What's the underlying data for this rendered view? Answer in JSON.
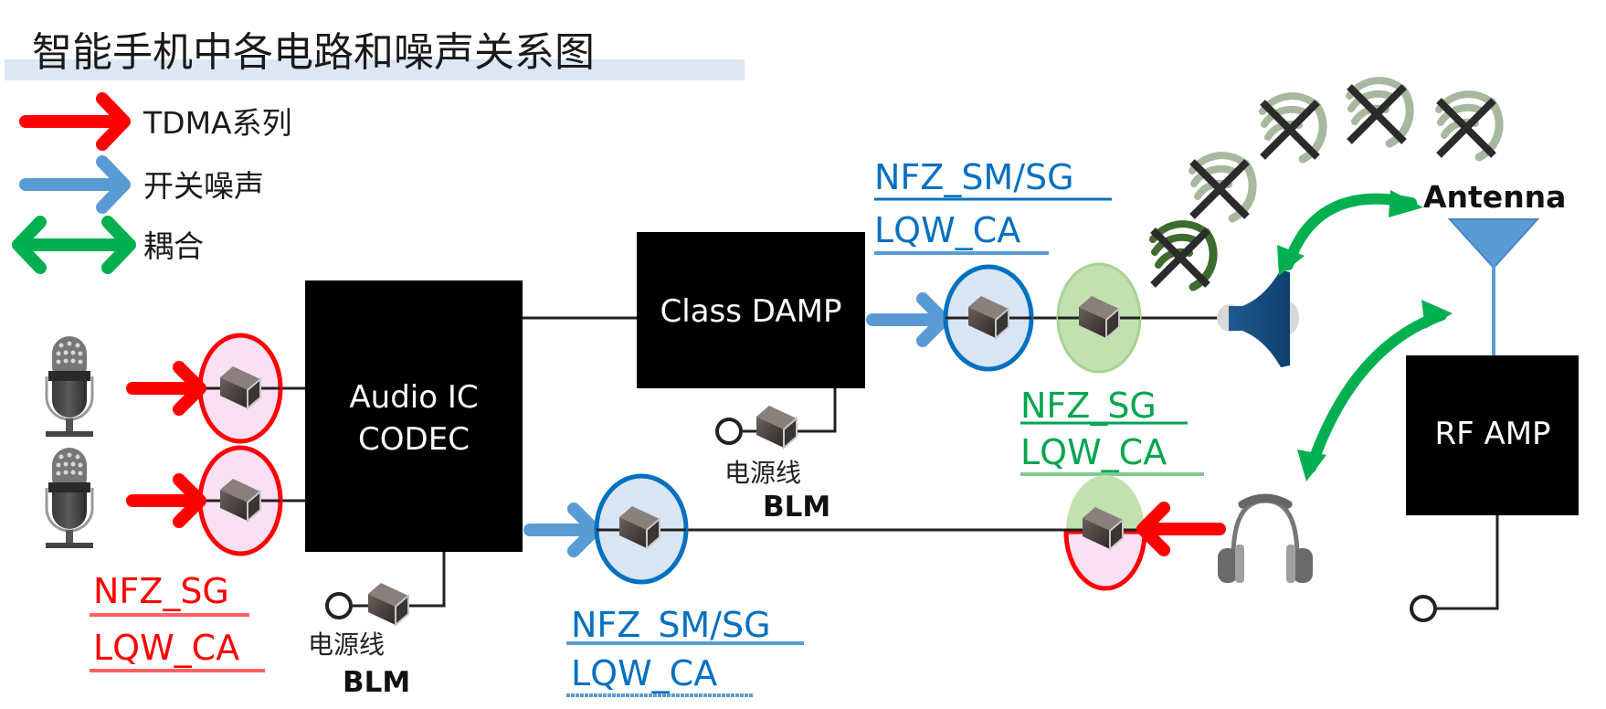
{
  "title": "智能手机中各电路和噪声关系图",
  "colors": {
    "tdma": "#ff0000",
    "switching": "#5b9bd5",
    "coupling": "#00b050",
    "blue_label": "#0070c0",
    "green_label": "#00a550",
    "red_label": "#ff0000",
    "red_fill": "#f9e0f4",
    "blue_fill": "#d6e2f2",
    "green_fill": "#c3e0b0"
  },
  "legend": [
    {
      "key": "tdma",
      "type": "arrow-right",
      "label": "TDMA系列"
    },
    {
      "key": "switching",
      "type": "arrow-right",
      "label": "开关噪声"
    },
    {
      "key": "coupling",
      "type": "arrow-both",
      "label": "耦合"
    }
  ],
  "blocks": {
    "audio_codec": {
      "line1": "Audio IC",
      "line2": "CODEC"
    },
    "class_d_amp": {
      "label": "Class DAMP"
    },
    "rf_amp": {
      "label": "RF AMP"
    }
  },
  "antenna": {
    "label": "Antenna"
  },
  "power_lines": [
    {
      "cn": "电源线",
      "part": "BLM"
    },
    {
      "cn": "电源线",
      "part": "BLM"
    }
  ],
  "part_labels": {
    "mic_filters": {
      "line1": "NFZ_SG",
      "line2": "LQW_CA",
      "color": "red"
    },
    "codec_out_filter": {
      "line1": "NFZ_SM/SG",
      "line2": "LQW_CA",
      "color": "blue"
    },
    "amp_out_filter": {
      "line1": "NFZ_SM/SG",
      "line2": "LQW_CA",
      "color": "blue"
    },
    "speaker_filter": {
      "line1": "NFZ_SG",
      "line2": "LQW_CA",
      "color": "green"
    }
  },
  "devices": [
    "microphone",
    "microphone",
    "speaker",
    "headphones"
  ],
  "blocked_radiation_count": 5
}
